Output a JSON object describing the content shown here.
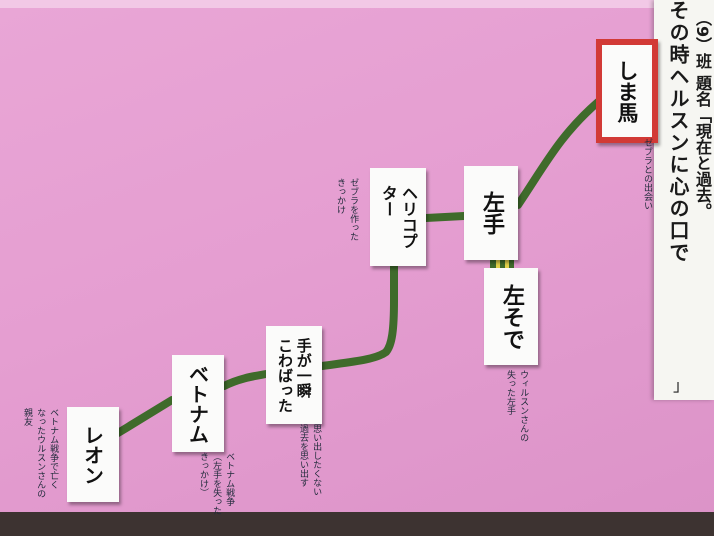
{
  "title": {
    "main": "その時ヘルスンに心の口で",
    "team_and_name": "（9）班 題名「現在と過去。",
    "close_mark": "」"
  },
  "cards": [
    {
      "id": "leon",
      "label": "レオン"
    },
    {
      "id": "vietnam",
      "label": "ベトナム"
    },
    {
      "id": "te-ga-isshun",
      "label": "手が一瞬\nこわばった"
    },
    {
      "id": "helicopter",
      "label": "ヘリコプ\nター"
    },
    {
      "id": "hidarite",
      "label": "左手"
    },
    {
      "id": "hidarisode",
      "label": "左そで"
    },
    {
      "id": "shimauma",
      "label": "しま馬"
    }
  ],
  "notes": {
    "leon": "ベトナム戦争で亡く\nなったウルスンさんの\n親友",
    "vietnam": "ベトナム戦争\n（左手を失った\nきっかけ）",
    "te_ga_isshun": "思い出したくない\n過去を思い出す",
    "helicopter": "ゼブラを作った\nきっかけ",
    "hidarisode": "ウィルスンさんの\n失った左手",
    "shimauma": "ゼブラとの出会い"
  },
  "colors": {
    "poster_pink": "#e59ed1",
    "connector_green": "#3f6b2b",
    "shimauma_border": "#d23a36"
  }
}
